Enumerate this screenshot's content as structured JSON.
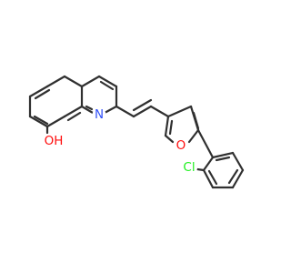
{
  "molecule": {
    "atoms": {
      "nitrogen": {
        "label": "N",
        "color": "#3050f8"
      },
      "hydroxyl": {
        "label": "OH",
        "color": "#ff0d0d"
      },
      "furan_oxygen": {
        "label": "O",
        "color": "#ff0d0d"
      },
      "chlorine": {
        "label": "Cl",
        "color": "#1ff01f"
      }
    },
    "bond_color": "#303030"
  }
}
